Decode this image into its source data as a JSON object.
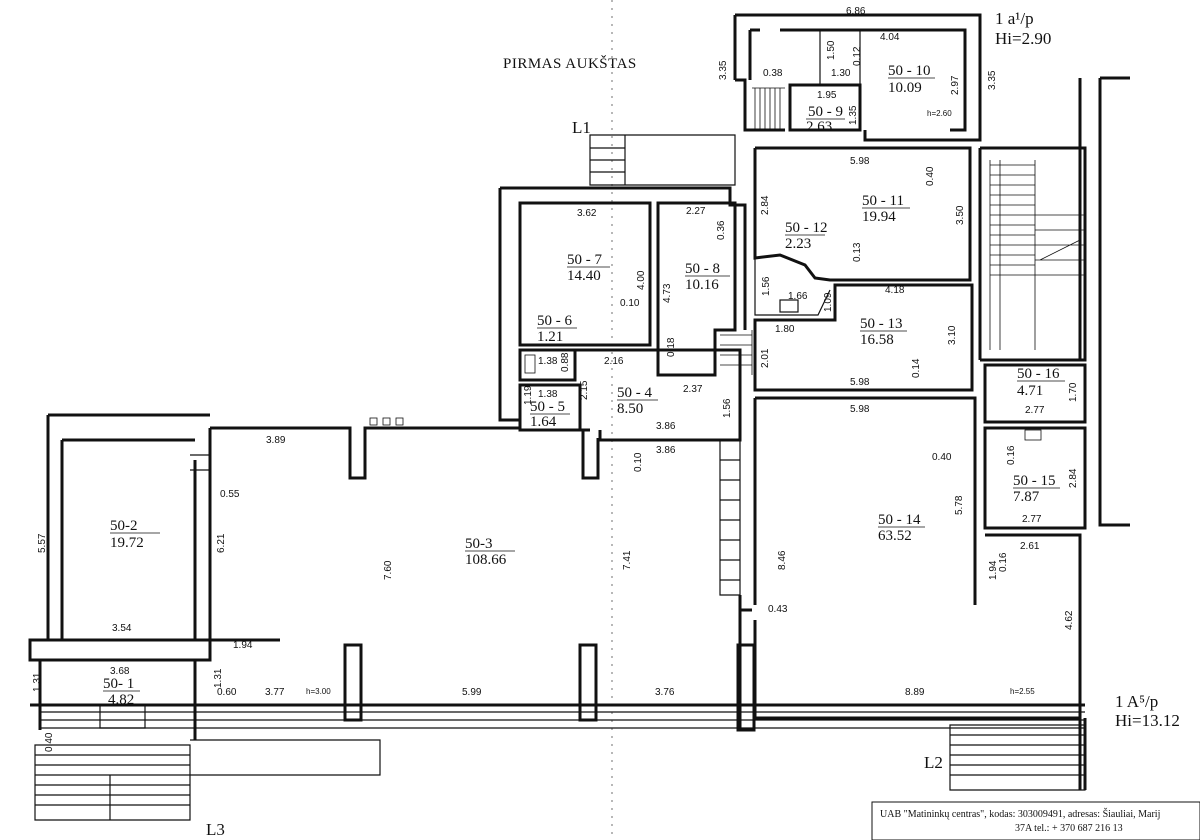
{
  "title": "PIRMAS AUKŠTAS",
  "levels": {
    "top_level": "1 a¹/p",
    "top_hi": "Hi=2.90",
    "bottom_level": "1 A⁵/p",
    "bottom_hi": "Hi=13.12"
  },
  "entrances": {
    "l1": "L1",
    "l2": "L2",
    "l3": "L3"
  },
  "ceiling_heights": {
    "h260": "h=2.60",
    "h300": "h=3.00",
    "h255": "h=2.55"
  },
  "rooms": [
    {
      "id": "50 - 10",
      "area": "10.09"
    },
    {
      "id": "50 - 9",
      "area": "2.63"
    },
    {
      "id": "50 - 11",
      "area": "19.94"
    },
    {
      "id": "50 - 12",
      "area": "2.23"
    },
    {
      "id": "50 - 7",
      "area": "14.40"
    },
    {
      "id": "50 - 8",
      "area": "10.16"
    },
    {
      "id": "50 - 6",
      "area": "1.21"
    },
    {
      "id": "50 - 13",
      "area": "16.58"
    },
    {
      "id": "50 - 4",
      "area": "8.50"
    },
    {
      "id": "50 - 5",
      "area": "1.64"
    },
    {
      "id": "50 - 16",
      "area": "4.71"
    },
    {
      "id": "50 - 15",
      "area": "7.87"
    },
    {
      "id": "50-2",
      "area": "19.72"
    },
    {
      "id": "50-3",
      "area": "108.66"
    },
    {
      "id": "50 - 14",
      "area": "63.52"
    },
    {
      "id": "50- 1",
      "area": "4.82"
    }
  ],
  "dimensions": {
    "d686": "6.86",
    "d404": "4.04",
    "d335a": "3.35",
    "d335b": "3.35",
    "d150": "1.50",
    "d012": "0.12",
    "d130": "1.30",
    "d038": "0.38",
    "d297": "2.97",
    "d195": "1.95",
    "d135": "1.35",
    "d598a": "5.98",
    "d040a": "0.40",
    "d284a": "2.84",
    "d350": "3.50",
    "d013": "0.13",
    "d156a": "1.56",
    "d166": "1.66",
    "d109": "1.09",
    "d418": "4.18",
    "d362": "3.62",
    "d227": "2.27",
    "d036": "0.36",
    "d400": "4.00",
    "d473": "4.73",
    "d010a": "0.10",
    "d018": "0.18",
    "d180": "1.80",
    "d201": "2.01",
    "d310": "3.10",
    "d138a": "1.38",
    "d088": "0.88",
    "d216": "2.16",
    "d215": "2.15",
    "d237": "2.37",
    "d138b": "1.38",
    "d119": "1.19",
    "d598b": "5.98",
    "d014": "0.14",
    "d170": "1.70",
    "d156b": "1.56",
    "d386a": "3.86",
    "d386b": "3.86",
    "d010b": "0.10",
    "d598c": "5.98",
    "d277a": "2.77",
    "d040b": "0.40",
    "d016a": "0.16",
    "d284b": "2.84",
    "d578": "5.78",
    "d277b": "2.77",
    "d389": "3.89",
    "d055": "0.55",
    "d557": "5.57",
    "d621": "6.21",
    "d760": "7.60",
    "d741": "7.41",
    "d846": "8.46",
    "d043": "0.43",
    "d354": "3.54",
    "d194a": "1.94",
    "d261": "2.61",
    "d194b": "1.94",
    "d016b": "0.16",
    "d462": "4.62",
    "d368": "3.68",
    "d131a": "1.31",
    "d131b": "1.31",
    "d060": "0.60",
    "d377": "3.77",
    "d599": "5.99",
    "d376": "3.76",
    "d889": "8.89",
    "d040c": "0.40"
  },
  "footer": {
    "line1": "UAB \"Matininkų centras\", kodas: 303009491, adresas: Šiauliai, Marij",
    "line2": "37A tel.: + 370 687 216 13"
  }
}
